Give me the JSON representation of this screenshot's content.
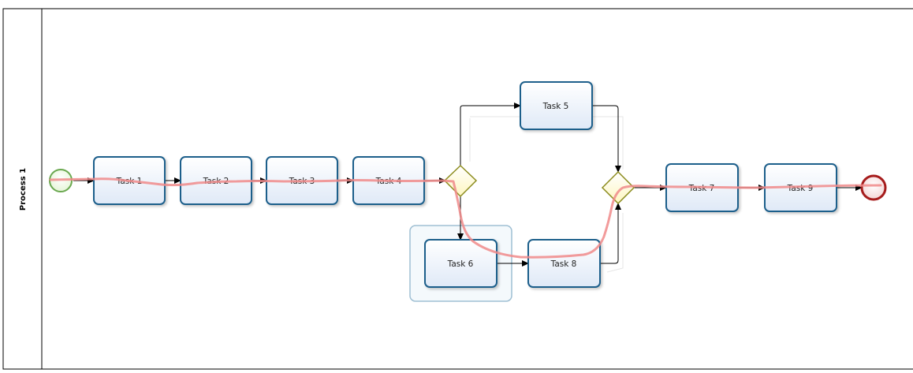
{
  "pool": {
    "label": "Process 1"
  },
  "tasks": {
    "t1": "Task 1",
    "t2": "Task 2",
    "t3": "Task 3",
    "t4": "Task 4",
    "t5": "Task 5",
    "t6": "Task 6",
    "t7": "Task 7",
    "t8": "Task 8",
    "t9": "Task 9"
  },
  "colors": {
    "task_border": "#1f5f8b",
    "task_fill_top": "#ffffff",
    "task_fill_bottom": "#dde8f6",
    "start_event": "#6aa84f",
    "end_event": "#a61c1c",
    "gateway_border": "#8c8c1e",
    "gateway_fill": "#fffbd6",
    "highlight_path": "#f08a8a",
    "selection_box": "#9fbfd3"
  }
}
